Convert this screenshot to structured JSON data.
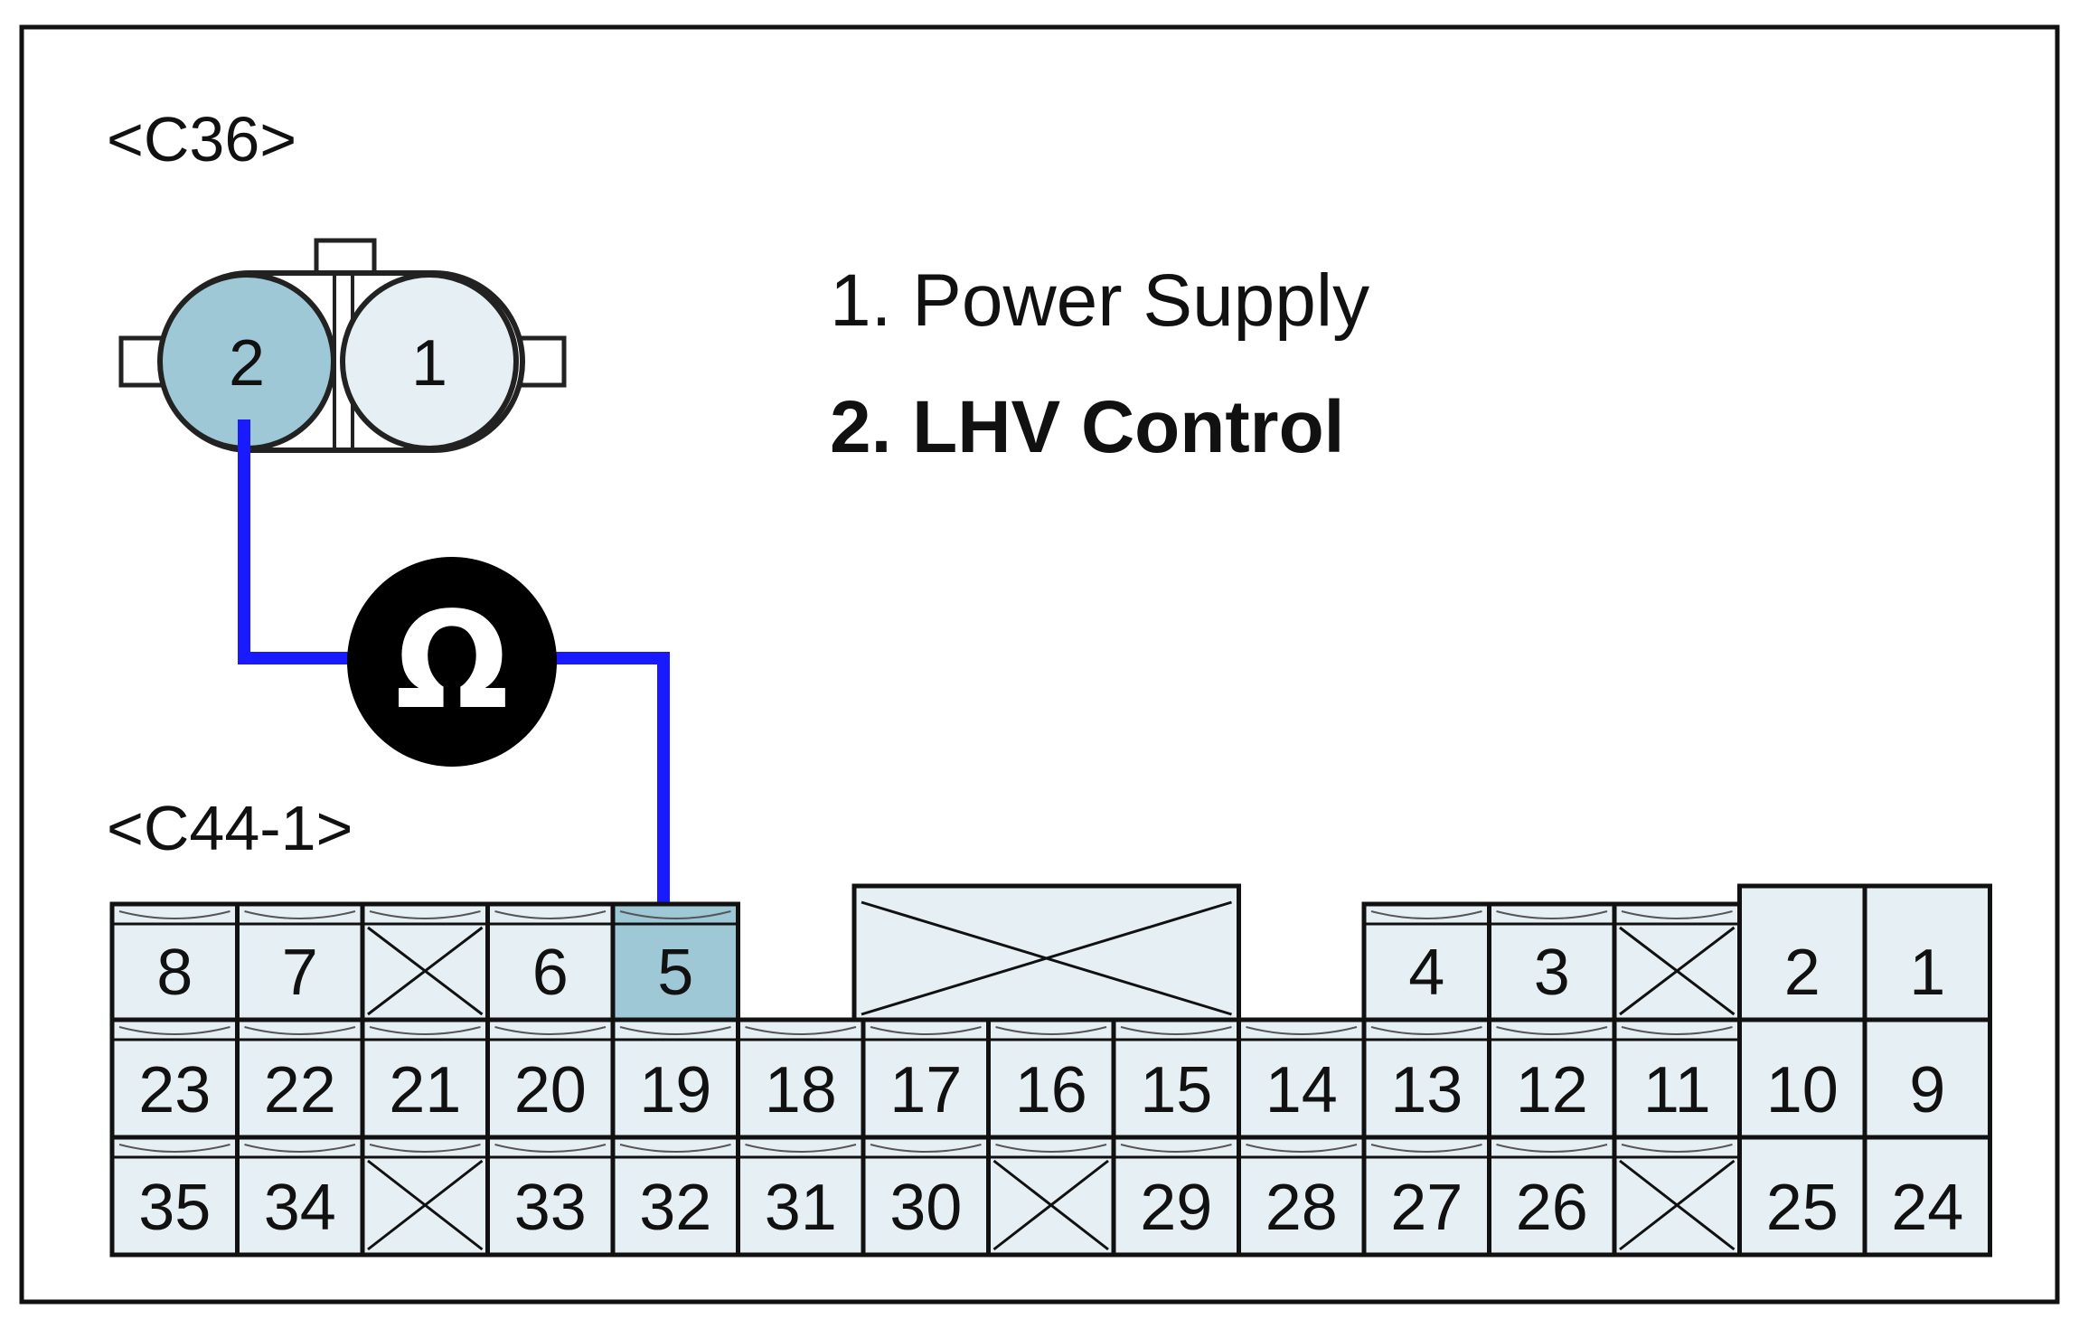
{
  "colors": {
    "frame": "#111111",
    "pin_fill": "#e6f0f4",
    "pin_highlight": "#9ec8d6",
    "wire": "#1a1aff",
    "legend_power": "#111111",
    "legend_lhv": "#1f8f2a",
    "meter_body": "#000000"
  },
  "connector_c36": {
    "label": "<C36>",
    "pins": [
      {
        "num": "2",
        "highlight": true
      },
      {
        "num": "1",
        "highlight": false
      }
    ]
  },
  "legend": {
    "item1": "1. Power Supply",
    "item2": "2. LHV Control"
  },
  "meter": {
    "symbol": "Ω",
    "icon": "ohmmeter-icon"
  },
  "connector_c44": {
    "label": "<C44-1>",
    "rows": [
      [
        "8",
        "7",
        "",
        "6",
        "5",
        null,
        "",
        "",
        "",
        null,
        "4",
        "3",
        "",
        "2",
        "1"
      ],
      [
        "23",
        "22",
        "21",
        "20",
        "19",
        "18",
        "17",
        "16",
        "15",
        "14",
        "13",
        "12",
        "11",
        "10",
        "9"
      ],
      [
        "35",
        "34",
        "",
        "33",
        "32",
        "31",
        "30",
        "",
        "29",
        "28",
        "27",
        "26",
        "",
        "25",
        "24"
      ]
    ],
    "highlight_pins": [
      "5"
    ]
  }
}
